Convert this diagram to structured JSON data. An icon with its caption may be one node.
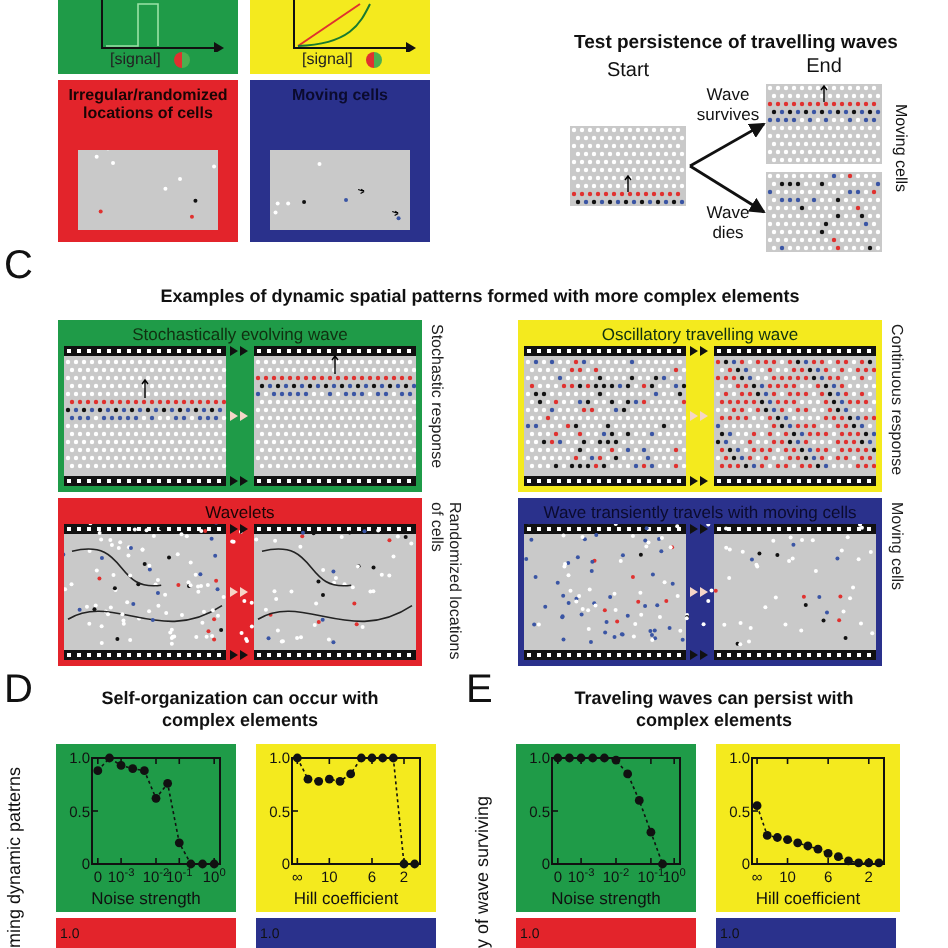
{
  "diagram": {
    "nodes": [
      {
        "text": [
          "[signal]"
        ]
      },
      {
        "text": [
          "[signal]"
        ]
      },
      {
        "text": [
          "Irregular/randomized locations of cells"
        ]
      },
      {
        "text": [
          "Moving cells"
        ]
      },
      {
        "text": [
          "Start"
        ]
      },
      {
        "text": [
          "End"
        ]
      },
      {
        "text": [],
        "shape": "picture"
      },
      {
        "text": [
          "Stochastically evolving wave"
        ],
        "beside": [
          "Stochastic response"
        ]
      },
      {
        "text": [
          "Oscillatory travelling wave"
        ],
        "beside": [
          "Continuous response"
        ]
      },
      {
        "text": [
          "Wavelets"
        ],
        "beside": [
          "Randomized locations of cells"
        ]
      },
      {
        "text": [
          "Wave transiently travels with moving cells"
        ],
        "beside": [
          "Moving cells"
        ]
      }
    ],
    "edges": [
      {
        "from": 4,
        "to": 5,
        "arrow": "to",
        "label": "Wave survives"
      },
      {
        "from": 4,
        "to": 6,
        "arrow": "to",
        "label": "Wave dies"
      }
    ],
    "labels": [
      "Test persistence of travelling waves",
      "Moving cells",
      "C",
      "Examples of dynamic spatial patterns formed with more complex elements",
      "D",
      "Self-organization can occur with complex elements",
      "E",
      "Traveling waves can persist with complex elements",
      "ming dynamic patterns",
      "y of wave surviving",
      "1.0",
      "1.0",
      "1.0",
      "1.0"
    ],
    "chart_data": [
      {
        "type": "line",
        "xlabel": "Noise strength",
        "categories": [
          "0",
          null,
          "10$^{-3}$",
          null,
          null,
          "10$^{-2}$",
          null,
          "10$^{-1}$",
          null,
          null,
          "10$^{0}$"
        ],
        "series": [
          {
            "color": "#111111",
            "line_style": "dashed",
            "marker": "circle",
            "values": [
              0.88,
              1.0,
              0.93,
              0.9,
              0.88,
              0.62,
              0.76,
              0.2,
              0,
              0,
              0
            ]
          }
        ],
        "ylim": [
          0,
          1
        ],
        "yticks": [
          {
            "value": 0,
            "label": "0"
          },
          {
            "value": 0.5,
            "label": "0.5"
          },
          {
            "value": 1,
            "label": "1.0"
          }
        ]
      },
      {
        "type": "line",
        "xlabel": "Hill coefficient",
        "categories": [
          "∞",
          null,
          null,
          "10",
          null,
          null,
          null,
          "6",
          null,
          null,
          "2",
          null
        ],
        "series": [
          {
            "color": "#111111",
            "line_style": "dashed",
            "marker": "circle",
            "values": [
              1.0,
              0.8,
              0.78,
              0.8,
              0.78,
              0.85,
              1.0,
              1.0,
              1.0,
              1.0,
              0,
              0
            ]
          }
        ],
        "ylim": [
          0,
          1
        ],
        "yticks": [
          {
            "value": 0,
            "label": "0"
          },
          {
            "value": 0.5,
            "label": "0.5"
          },
          {
            "value": 1,
            "label": "1.0"
          }
        ]
      },
      {
        "type": "line",
        "xlabel": "Noise strength",
        "categories": [
          "0",
          null,
          "10$^{-3}$",
          null,
          null,
          "10$^{-2}$",
          null,
          null,
          "10$^{-1}$",
          null,
          "10$^{0}$"
        ],
        "series": [
          {
            "color": "#111111",
            "line_style": "dashed",
            "marker": "circle",
            "values": [
              1,
              1,
              1,
              1,
              1,
              0.98,
              0.85,
              0.6,
              0.3,
              0,
              null
            ]
          }
        ],
        "ylim": [
          0,
          1
        ],
        "yticks": [
          {
            "value": 0,
            "label": "0"
          },
          {
            "value": 0.5,
            "label": "0.5"
          },
          {
            "value": 1,
            "label": "1.0"
          }
        ]
      },
      {
        "type": "line",
        "xlabel": "Hill coefficient",
        "categories": [
          "∞",
          null,
          null,
          "10",
          null,
          null,
          null,
          "6",
          null,
          null,
          null,
          "2",
          null
        ],
        "series": [
          {
            "color": "#111111",
            "line_style": "dashed",
            "marker": "circle",
            "values": [
              0.55,
              0.27,
              0.25,
              0.23,
              0.2,
              0.17,
              0.14,
              0.1,
              0.07,
              0.03,
              0.01,
              0.01,
              0.01
            ]
          }
        ],
        "ylim": [
          0,
          1
        ],
        "yticks": [
          {
            "value": 0,
            "label": "0"
          },
          {
            "value": 0.5,
            "label": "0.5"
          },
          {
            "value": 1,
            "label": "1.0"
          }
        ]
      }
    ]
  }
}
